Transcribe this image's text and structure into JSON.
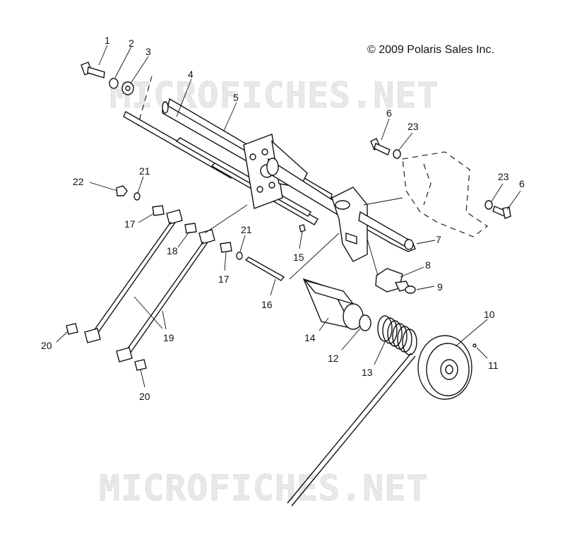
{
  "copyright": "© 2009 Polaris Sales Inc.",
  "watermark": "MICROFICHES.NET",
  "callouts": [
    "1",
    "2",
    "3",
    "4",
    "5",
    "6",
    "23",
    "22",
    "21",
    "17",
    "18",
    "21",
    "17",
    "15",
    "16",
    "7",
    "8",
    "9",
    "23",
    "6",
    "10",
    "11",
    "14",
    "12",
    "13",
    "19",
    "20",
    "20"
  ]
}
